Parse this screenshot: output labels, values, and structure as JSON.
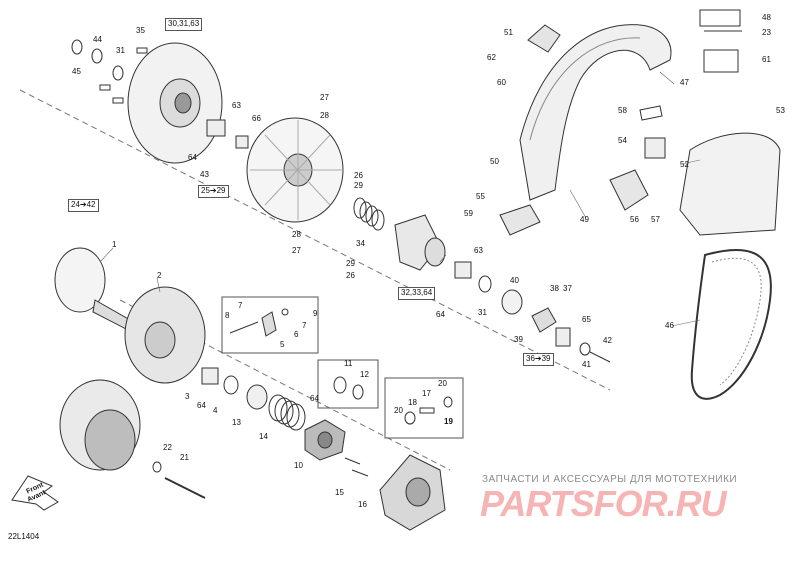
{
  "diagram_code": "22L1404",
  "front_label": [
    "Front",
    "Avant"
  ],
  "watermark": {
    "line1": "ЗАПЧАСТИ И АКСЕССУАРЫ ДЛЯ МОТОТЕХНИКИ",
    "logo": "PARTSFOR.RU"
  },
  "callouts": {
    "c1": "1",
    "c2": "2",
    "c3": "3",
    "c4": "4",
    "c5": "5",
    "c6": "6",
    "c7": "7",
    "c8": "8",
    "c9": "9",
    "c10": "10",
    "c11": "11",
    "c12": "12",
    "c13": "13",
    "c14": "14",
    "c15": "15",
    "c16": "16",
    "c17": "17",
    "c18": "18",
    "c19": "19",
    "c20a": "20",
    "c20b": "20",
    "c21": "21",
    "c22": "22",
    "c23": "23",
    "c26a": "26",
    "c26b": "26",
    "c27a": "27",
    "c27b": "27",
    "c28a": "28",
    "c28b": "28",
    "c29a": "29",
    "c29b": "29",
    "c31a": "31",
    "c31b": "31",
    "c34": "34",
    "c35": "35",
    "c37": "37",
    "c38": "38",
    "c39": "39",
    "c40": "40",
    "c41": "41",
    "c42": "42",
    "c43": "43",
    "c44": "44",
    "c45": "45",
    "c46": "46",
    "c47": "47",
    "c48": "48",
    "c49": "49",
    "c50": "50",
    "c51": "51",
    "c52": "52",
    "c53": "53",
    "c54": "54",
    "c55": "55",
    "c56": "56",
    "c57": "57",
    "c58": "58",
    "c59": "59",
    "c60": "60",
    "c61": "61",
    "c62": "62",
    "c63a": "63",
    "c63b": "63",
    "c64a": "64",
    "c64b": "64",
    "c64c": "64",
    "c64d": "64",
    "c65": "65",
    "c66": "66"
  },
  "ranges": {
    "r30_31_63": "30,31,63",
    "r25_29": "25➔29",
    "r24_42": "24➔42",
    "r32_33_64": "32,33,64",
    "r36_39": "36➔39"
  }
}
